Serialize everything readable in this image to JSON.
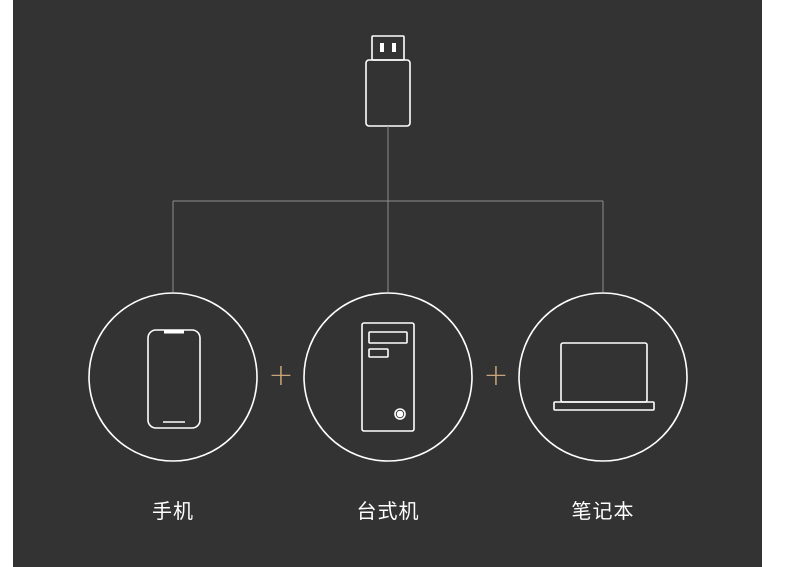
{
  "devices": [
    {
      "id": "phone",
      "label": "手机",
      "icon": "phone-icon"
    },
    {
      "id": "desktop",
      "label": "台式机",
      "icon": "desktop-tower-icon"
    },
    {
      "id": "laptop",
      "label": "笔记本",
      "icon": "laptop-icon"
    }
  ],
  "separators": [
    "+",
    "+"
  ],
  "source_icon": "usb-drive-icon",
  "colors": {
    "background": "#333333",
    "stroke": "#ffffff",
    "connector": "#8c8c8c",
    "accent": "#c9a47a"
  }
}
